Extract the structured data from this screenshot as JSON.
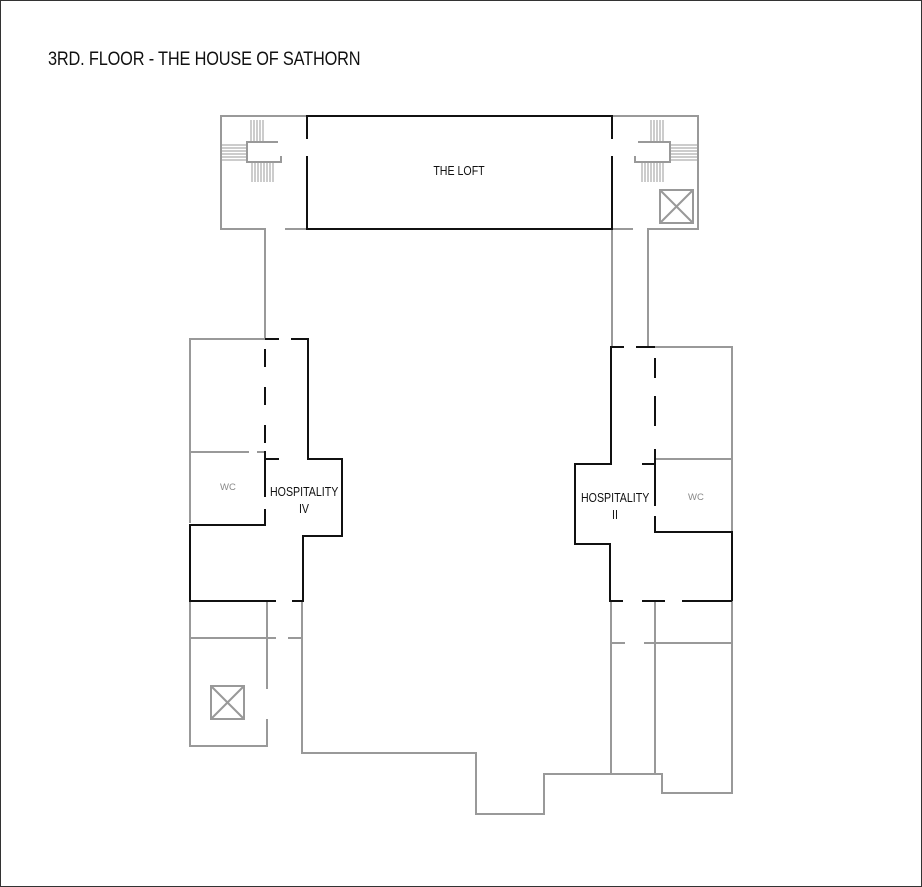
{
  "title": "3RD. FLOOR - THE HOUSE OF SATHORN",
  "rooms": {
    "loft": "THE LOFT",
    "hospitality_iv": {
      "line1": "HOSPITALITY",
      "line2": "IV"
    },
    "hospitality_ii": {
      "line1": "HOSPITALITY",
      "line2": "II"
    },
    "wc_left": "WC",
    "wc_right": "WC"
  },
  "colors": {
    "structure": "#999999",
    "rooms": "#111111",
    "border": "#333333"
  }
}
